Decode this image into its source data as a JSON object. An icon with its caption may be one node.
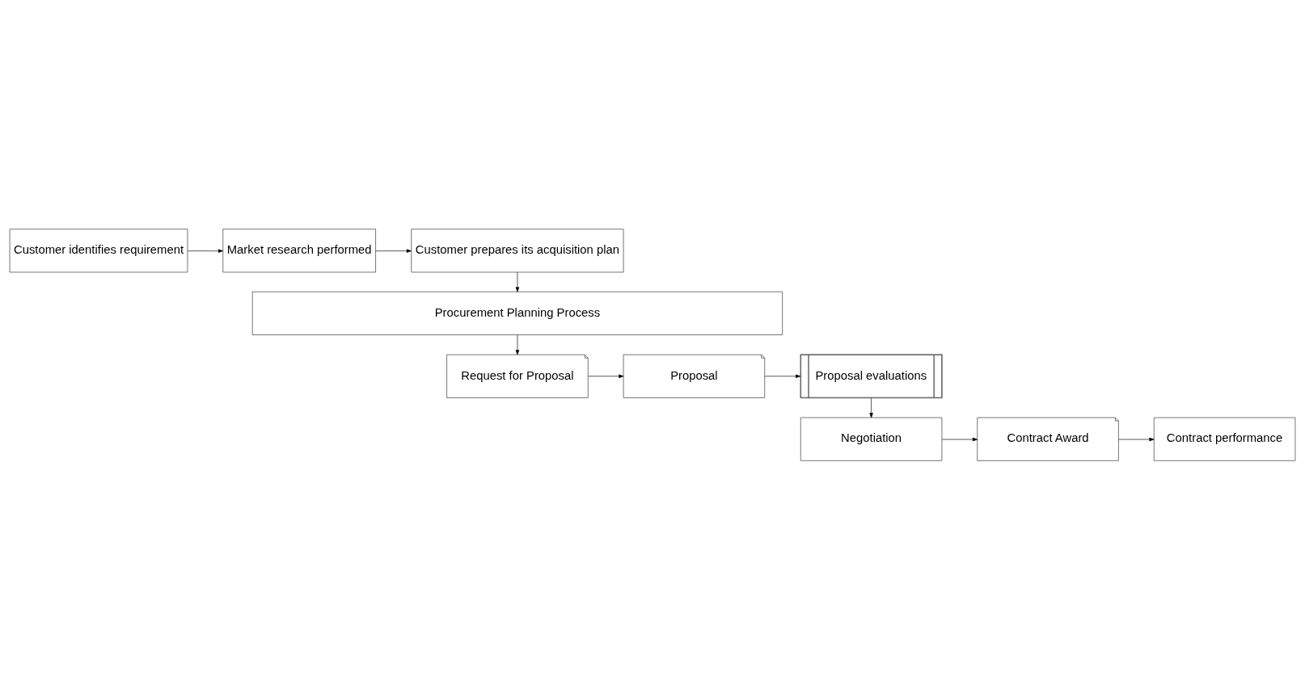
{
  "diagram": {
    "nodes": [
      {
        "text": [
          "Customer identifies requirement"
        ]
      },
      {
        "text": [
          "Market research performed"
        ]
      },
      {
        "text": [
          "Customer prepares its acquisition plan"
        ]
      },
      {
        "text": [
          "Procurement Planning Process"
        ]
      },
      {
        "text": [
          "Request for Proposal"
        ]
      },
      {
        "text": [
          "Proposal"
        ]
      },
      {
        "text": [
          "Proposal evaluations"
        ]
      },
      {
        "text": [
          "Negotiation"
        ]
      },
      {
        "text": [
          "Contract Award"
        ]
      },
      {
        "text": [
          "Contract performance"
        ]
      }
    ],
    "edges": [
      {
        "from": 0,
        "to": 1,
        "arrow": "to"
      },
      {
        "from": 1,
        "to": 2,
        "arrow": "to"
      },
      {
        "from": 2,
        "to": 3,
        "arrow": "to"
      },
      {
        "from": 3,
        "to": 4,
        "arrow": "to"
      },
      {
        "from": 4,
        "to": 5,
        "arrow": "to"
      },
      {
        "from": 5,
        "to": 6,
        "arrow": "to"
      },
      {
        "from": 6,
        "to": 7,
        "arrow": "to"
      },
      {
        "from": 7,
        "to": 8,
        "arrow": "to"
      },
      {
        "from": 8,
        "to": 9,
        "arrow": "to"
      }
    ]
  }
}
